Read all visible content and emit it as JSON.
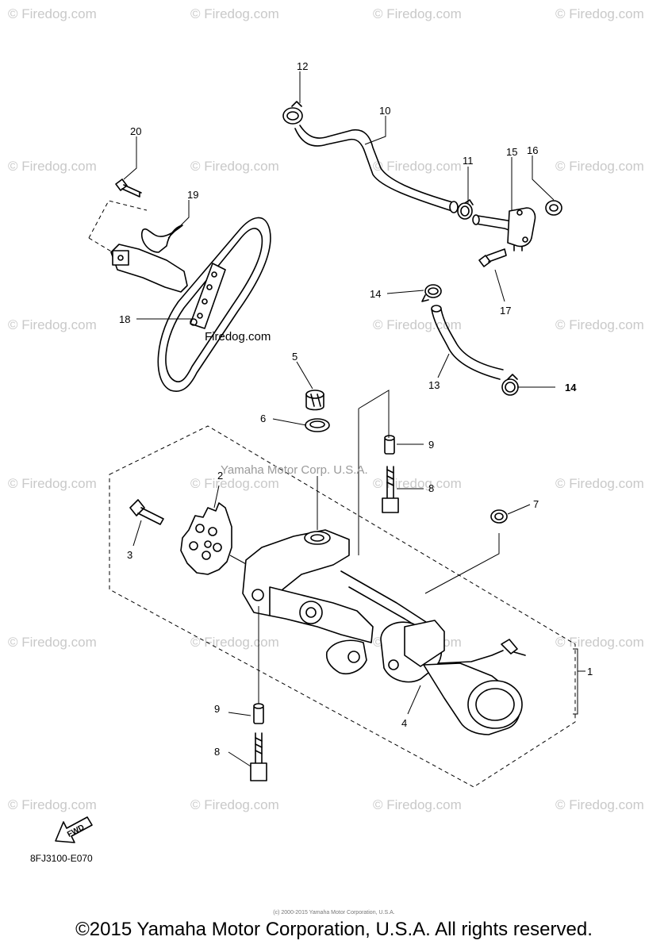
{
  "watermark_text": "© Firedog.com",
  "inline_firedog": "Firedog.com",
  "inline_yamaha": "Yamaha Motor Corp. U.S.A.",
  "fwd_label": "FWD",
  "drawing_code": "8FJ3100-E070",
  "small_note": "(c) 2000-2015 Yamaha Motor Corporation, U.S.A.",
  "copyright": "©2015 Yamaha Motor Corporation, U.S.A. All rights reserved.",
  "callouts": {
    "c1": "1",
    "c2": "2",
    "c3": "3",
    "c4": "4",
    "c5": "5",
    "c6": "6",
    "c7": "7",
    "c8a": "8",
    "c8b": "8",
    "c9a": "9",
    "c9b": "9",
    "c10": "10",
    "c11": "11",
    "c12": "12",
    "c13": "13",
    "c14a": "14",
    "c14b": "14",
    "c15": "15",
    "c16": "16",
    "c17": "17",
    "c18": "18",
    "c19": "19",
    "c20": "20"
  }
}
